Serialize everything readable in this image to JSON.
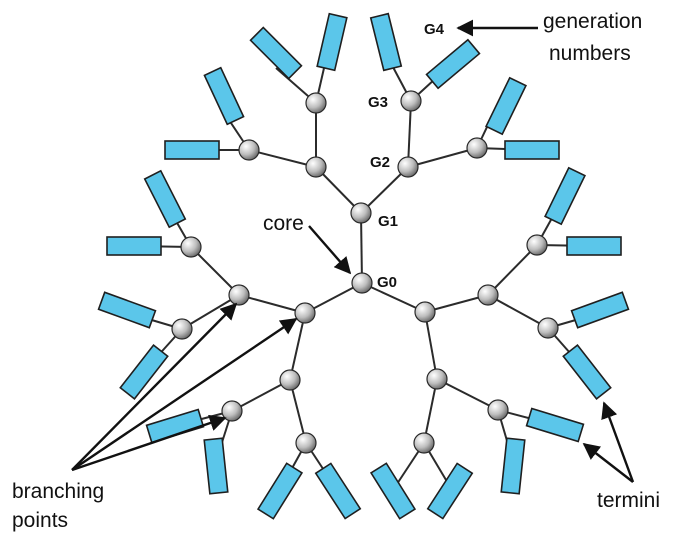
{
  "diagram": {
    "generation_labels": [
      "G0",
      "G1",
      "G2",
      "G3",
      "G4"
    ],
    "annotations": {
      "generation_numbers": [
        "generation",
        "numbers"
      ],
      "core": "core",
      "branching_points": [
        "branching",
        "points"
      ],
      "termini": "termini"
    },
    "colors": {
      "terminal_fill": "#5BC6EA",
      "node_highlight": "#ffffff",
      "node_shadow": "#5e5e5e",
      "line": "#2b2b2b"
    }
  }
}
